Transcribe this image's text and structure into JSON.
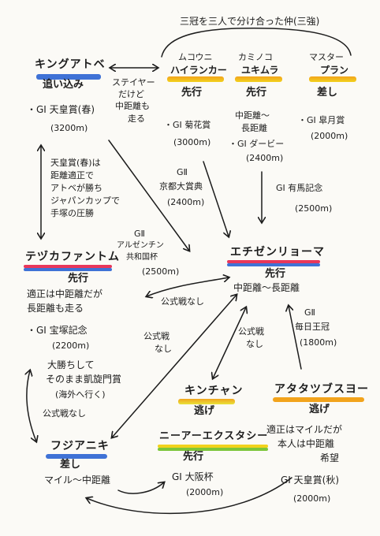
{
  "title": "三冠を三人で分け合った仲(三強)",
  "horses": {
    "king": {
      "name": "キングアトベ",
      "style": "追い込み",
      "race": "・GⅠ 天皇賞(春)",
      "dist": "(3200m)",
      "colors": [
        "#3f72d6",
        "#3f72d6"
      ]
    },
    "mukouni": {
      "name1": "ムコウニ",
      "name2": "ハイランカー",
      "style": "先行",
      "race": "・GⅠ 菊花賞",
      "dist": "(3000m)",
      "colors": [
        "#f2a31c",
        "#f2d21c"
      ]
    },
    "kamino": {
      "name1": "カミノコ",
      "name2": "ユキムラ",
      "style": "先行",
      "race1": "中距離〜",
      "race2": "長距離",
      "race3": "・GⅠ ダービー",
      "dist": "(2400m)",
      "colors": [
        "#f2a31c",
        "#f2d21c"
      ]
    },
    "master": {
      "name1": "マスター",
      "name2": "プラン",
      "style": "差し",
      "race": "・GⅠ 皐月賞",
      "dist": "(2000m)",
      "colors": [
        "#f2a31c",
        "#f2d21c"
      ]
    },
    "tezuka": {
      "name": "テヅカファントム",
      "style": "先行",
      "desc1": "適正は中距離だが",
      "desc2": "長距離も走る",
      "race": "・GⅠ 宝塚記念",
      "dist": "(2200m)",
      "note1": "大勝ちして",
      "note2": "そのまま凱旋門賞",
      "note3": "(海外へ行く)",
      "colors": [
        "#e8375a",
        "#3f72d6"
      ]
    },
    "echizen": {
      "name": "エチゼンリョーマ",
      "style": "先行",
      "desc": "中距離〜長距離",
      "colors": [
        "#e8375a",
        "#3f72d6"
      ]
    },
    "fuji": {
      "name": "フジアニキ",
      "style": "差し",
      "desc": "マイル〜中距離",
      "colors": [
        "#3f72d6",
        "#3f72d6"
      ]
    },
    "kinchan": {
      "name": "キンチャン",
      "style": "逃げ",
      "colors": [
        "#f2a31c",
        "#e8e23a"
      ]
    },
    "nier": {
      "name": "ニーアーエクスタシー",
      "style": "先行",
      "race": "GⅠ 大阪杯",
      "dist": "(2000m)",
      "colors": [
        "#f2d21c",
        "#7cc63a"
      ]
    },
    "atatsu": {
      "name": "アタタツブスヨー",
      "style": "逃げ",
      "desc1": "適正はマイルだが",
      "desc2": "本人は中距離",
      "desc3": "希望",
      "colors": [
        "#f2a31c",
        "#f2a31c"
      ]
    }
  },
  "edges": {
    "stayer1": "ステイヤー",
    "stayer2": "だけど",
    "stayer3": "中距離も",
    "stayer4": "走る",
    "tenno1": "天皇賞(春)は",
    "tenno2": "距離適正で",
    "tenno3": "アトベが勝ち",
    "tenno4": "ジャパンカップで",
    "tenno5": "手塚の圧勝",
    "kyoto1": "GⅡ",
    "kyoto2": "京都大賞典",
    "kyoto3": "(2400m)",
    "arima1": "GⅠ 有馬記念",
    "arima2": "(2500m)",
    "argentina1": "GⅡ",
    "argentina2": "アルゼンチン",
    "argentina3": "共和国杯",
    "argentina4": "(2500m)",
    "kousiki_nashi": "公式戦なし",
    "kousiki1": "公式戦",
    "kousiki2": "なし",
    "kousiki3": "公式戦",
    "kousiki4": "なし",
    "mainichi1": "GⅡ",
    "mainichi2": "毎日王冠",
    "mainichi3": "(1800m)",
    "kousiki_nashi2": "公式戦なし",
    "tennoaki1": "GⅠ 天皇賞(秋)",
    "tennoaki2": "(2000m)"
  }
}
